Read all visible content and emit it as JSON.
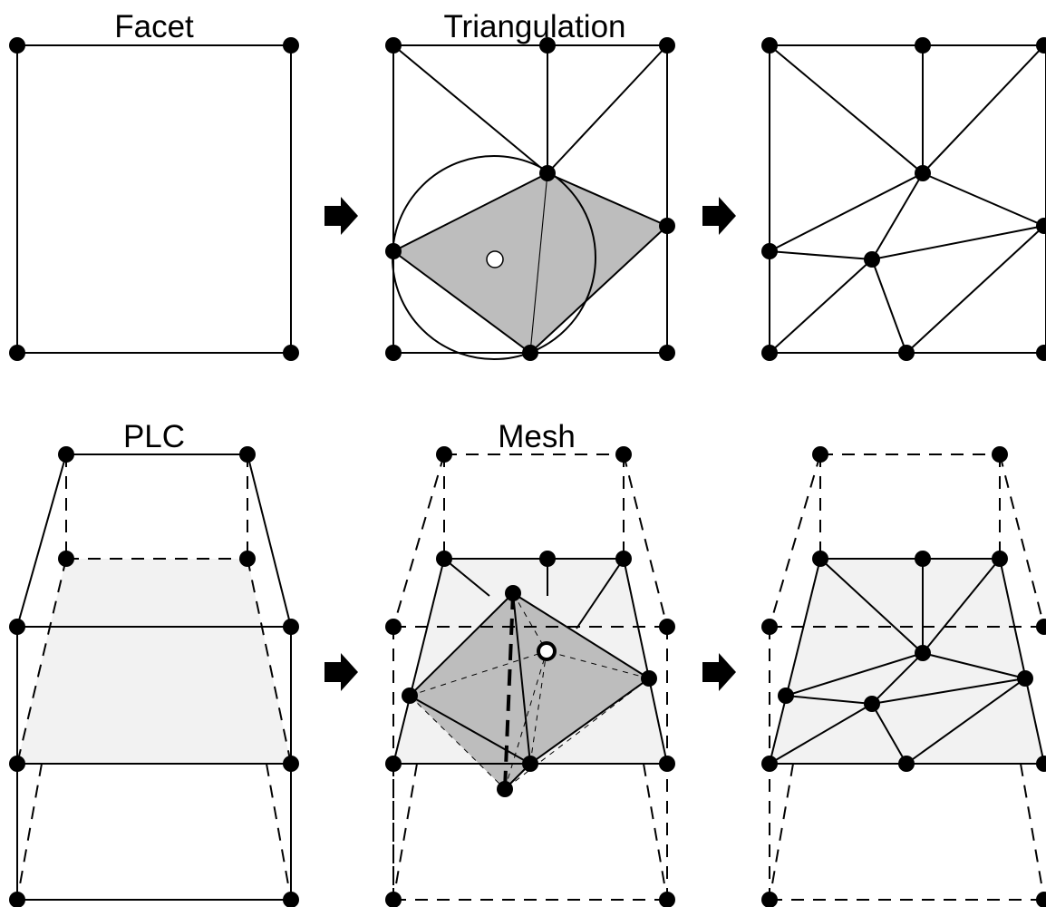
{
  "labels": {
    "facet": "Facet",
    "triangulation": "Triangulation",
    "plc": "PLC",
    "mesh": "Mesh"
  },
  "colors": {
    "facet_fill": "#f2f2f2",
    "highlight_fill": "#bdbdbd",
    "stroke": "#000000"
  }
}
